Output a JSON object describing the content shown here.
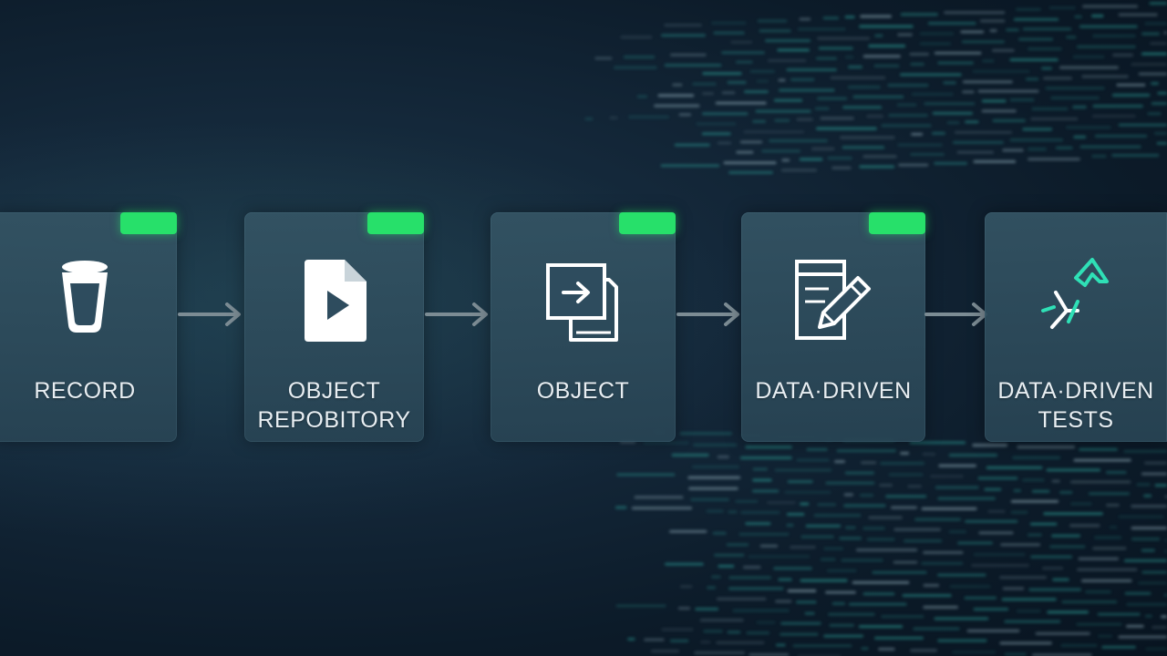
{
  "steps": [
    {
      "icon": "cup-icon",
      "lines": [
        "RECORD"
      ]
    },
    {
      "icon": "play-file-icon",
      "lines": [
        "OBJECT",
        "REPOBITORY"
      ]
    },
    {
      "icon": "object-arrow-icon",
      "lines": [
        "OBJECT"
      ]
    },
    {
      "icon": "pencil-document-icon",
      "lines": [
        "DATA·DRIVEN"
      ]
    },
    {
      "icon": "network-icon",
      "lines": [
        "DATA·DRIVEN",
        "TESTS"
      ]
    }
  ],
  "colors": {
    "badge": "#27e06a",
    "card": "#2e4c5e",
    "arrow": "#7c8c94",
    "icon": "#ffffff",
    "accent_icon": "#2fe0b6",
    "code": "#2fa9a0"
  }
}
